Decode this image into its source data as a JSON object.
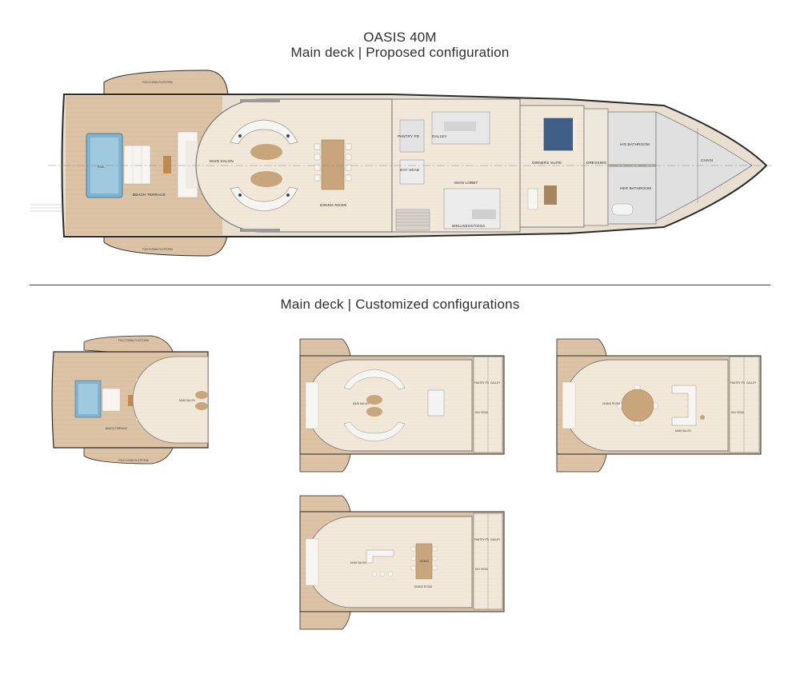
{
  "header": {
    "model": "OASIS 40M",
    "subtitle": "Main deck | Proposed configuration",
    "section_custom": "Main deck | Customized configurations"
  },
  "main_plan": {
    "labels": {
      "fold_down_platform": "FOLD DOWN PLATFORM",
      "pool": "POOL",
      "beach_terrace": "BEACH TERRACE",
      "main_salon": "MAIN SALON",
      "dining_room": "DINING ROOM",
      "pantry": "PANTRY PD",
      "galley": "GALLEY",
      "day_head": "DAY HEAD",
      "main_lobby": "MAIN LOBBY",
      "wellness": "WELLNESS/YOGA",
      "owners_suite": "OWNERS SUITE",
      "dressing": "DRESSING",
      "his_bathroom": "HIS BATHROOM",
      "her_bathroom": "HER BATHROOM",
      "chain": "CHAIN"
    }
  },
  "alt_plans": {
    "a": {
      "beach_terrace": "BEACH TERRACE",
      "main_salon": "MAIN SALON",
      "fold_down_platform": "FOLD DOWN PLATFORM"
    },
    "b": {
      "main_salon": "MAIN SALON",
      "pantry": "PANTRY PD",
      "galley": "GALLEY",
      "day_head": "DAY HEAD"
    },
    "c": {
      "dining_room": "DINING ROOM",
      "main_salon": "MAIN SALON",
      "pantry": "PANTRY PD",
      "galley": "GALLEY",
      "day_head": "DAY HEAD"
    },
    "d": {
      "main_salon": "MAIN SALON",
      "dining": "DINING",
      "dining_room": "DINING ROOM",
      "pantry": "PANTRY PD",
      "galley": "GALLEY",
      "day_head": "DAY HEAD"
    }
  },
  "colors": {
    "deck_wood": "#dcc3a5",
    "interior_floor": "#f1e6d6",
    "hull_outline": "#2a2a2a",
    "pool_water": "#7fb3cf",
    "sofa_white": "#f7f5f1",
    "bed_blue": "#3f5f86",
    "table_wood": "#c8a57a"
  }
}
